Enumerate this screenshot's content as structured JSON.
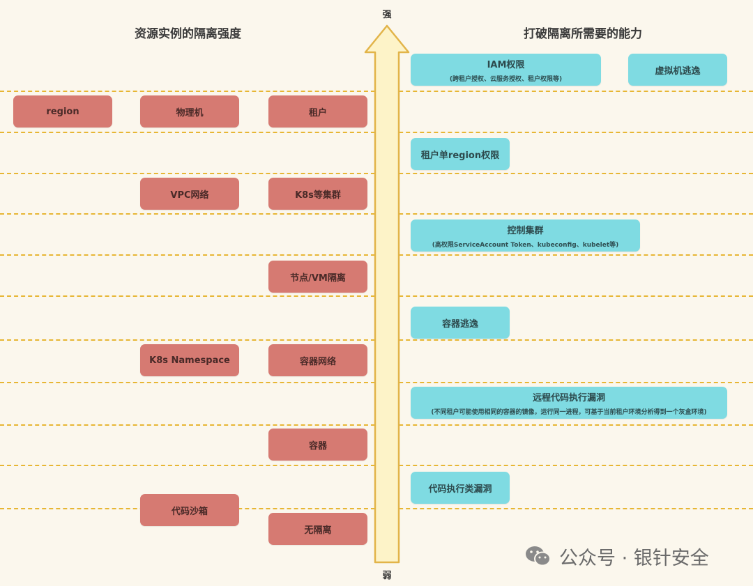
{
  "headings": {
    "left": "资源实例的隔离强度",
    "right": "打破隔离所需要的能力"
  },
  "axis": {
    "top": "强",
    "bottom": "弱"
  },
  "isolation": {
    "region": "region",
    "physical_machine": "物理机",
    "tenant": "租户",
    "vpc_network": "VPC网络",
    "k8s_cluster": "K8s等集群",
    "node_vm": "节点/VM隔离",
    "k8s_namespace": "K8s Namespace",
    "container_network": "容器网络",
    "container": "容器",
    "code_sandbox": "代码沙箱",
    "no_isolation": "无隔离"
  },
  "capabilities": {
    "iam": {
      "title": "IAM权限",
      "sub": "(跨租户授权、云服务授权、租户权限等)"
    },
    "vm_escape": "虚拟机逃逸",
    "tenant_region": "租户单region权限",
    "control_cluster": {
      "title": "控制集群",
      "sub": "(高权限ServiceAccount Token、kubeconfig、kubelet等)"
    },
    "container_escape": "容器逃逸",
    "rce": {
      "title": "远程代码执行漏洞",
      "sub": "(不同租户可能使用相同的容器的镜像，运行同一进程，可基于当前租户环境分析得到一个灰盒环境)"
    },
    "code_exec": "代码执行类漏洞"
  },
  "watermark": {
    "text": "公众号 · 银针安全"
  },
  "colors": {
    "background": "#fbf7ed",
    "isolation_box": "#d67a72",
    "capability_box": "#7fdbe2",
    "divider": "#e7b634",
    "arrow_fill": "#fdf3c8",
    "arrow_stroke": "#e2b449"
  }
}
